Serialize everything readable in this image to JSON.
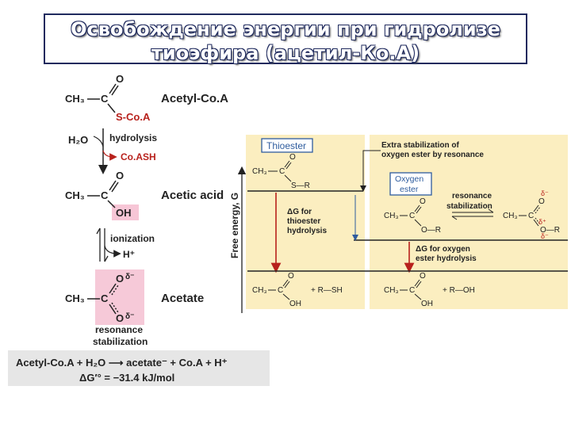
{
  "title": {
    "line1": "Освобождение энергии при гидролизе",
    "line2": "тиоэфира (ацетил-Ко.А)"
  },
  "left": {
    "acetylcoa": {
      "ch3": "CH₃",
      "c": "C",
      "o": "O",
      "sco": "S-Co.A",
      "name": "Acetyl-Co.A"
    },
    "step1": {
      "h2o": "H₂O",
      "label": "hydrolysis",
      "product": "Co.ASH"
    },
    "acetic": {
      "ch3": "CH₃",
      "c": "C",
      "o": "O",
      "oh": "OH",
      "name": "Acetic acid"
    },
    "step2": {
      "label": "ionization",
      "product": "H⁺"
    },
    "acetate": {
      "ch3": "CH₃",
      "c": "C",
      "o1": "O",
      "o2": "O",
      "delta": "δ⁻",
      "name": "Acetate",
      "res1": "resonance",
      "res2": "stabilization"
    },
    "equation": {
      "line1": "Acetyl-Co.A + H₂O ⟶ acetate⁻ + Co.A + H⁺",
      "line2": "ΔG′° = −31.4 kJ/mol"
    }
  },
  "right": {
    "yaxis": "Free energy, G",
    "thioester_box": "Thioester",
    "thioester": {
      "ch3": "CH₃",
      "c": "C",
      "o": "O",
      "sr": "S—R"
    },
    "extra1": "Extra stabilization of",
    "extra2": "oxygen ester by resonance",
    "oxyester_box1": "Oxygen",
    "oxyester_box2": "ester",
    "oxyester": {
      "ch3": "CH₃",
      "c": "C",
      "o": "O",
      "or": "O—R"
    },
    "resonance1": "resonance",
    "resonance2": "stabilization",
    "resform": {
      "ch3": "CH₃",
      "c": "C",
      "o": "O",
      "or": "O—R",
      "d1": "δ⁻",
      "d2": "δ⁺",
      "d3": "δ⁻"
    },
    "dg_thio1": "ΔG for",
    "dg_thio2": "thioester",
    "dg_thio3": "hydrolysis",
    "dg_oxy1": "ΔG for oxygen",
    "dg_oxy2": "ester hydrolysis",
    "prod1": {
      "ch3": "CH₃",
      "c": "C",
      "o": "O",
      "oh": "OH",
      "plus": "+ R—SH"
    },
    "prod2": {
      "ch3": "CH₃",
      "c": "C",
      "o": "O",
      "oh": "OH",
      "plus": "+ R—OH"
    }
  },
  "colors": {
    "title_outline": "#1f2a5e",
    "panel": "#fbeec0",
    "box_blue": "#2e5c9e",
    "arrow_red": "#b8211c",
    "highlight_pink": "#f6c9d8",
    "oh_pink": "#f7c6d6",
    "bottom_gray": "#e6e6e6"
  }
}
